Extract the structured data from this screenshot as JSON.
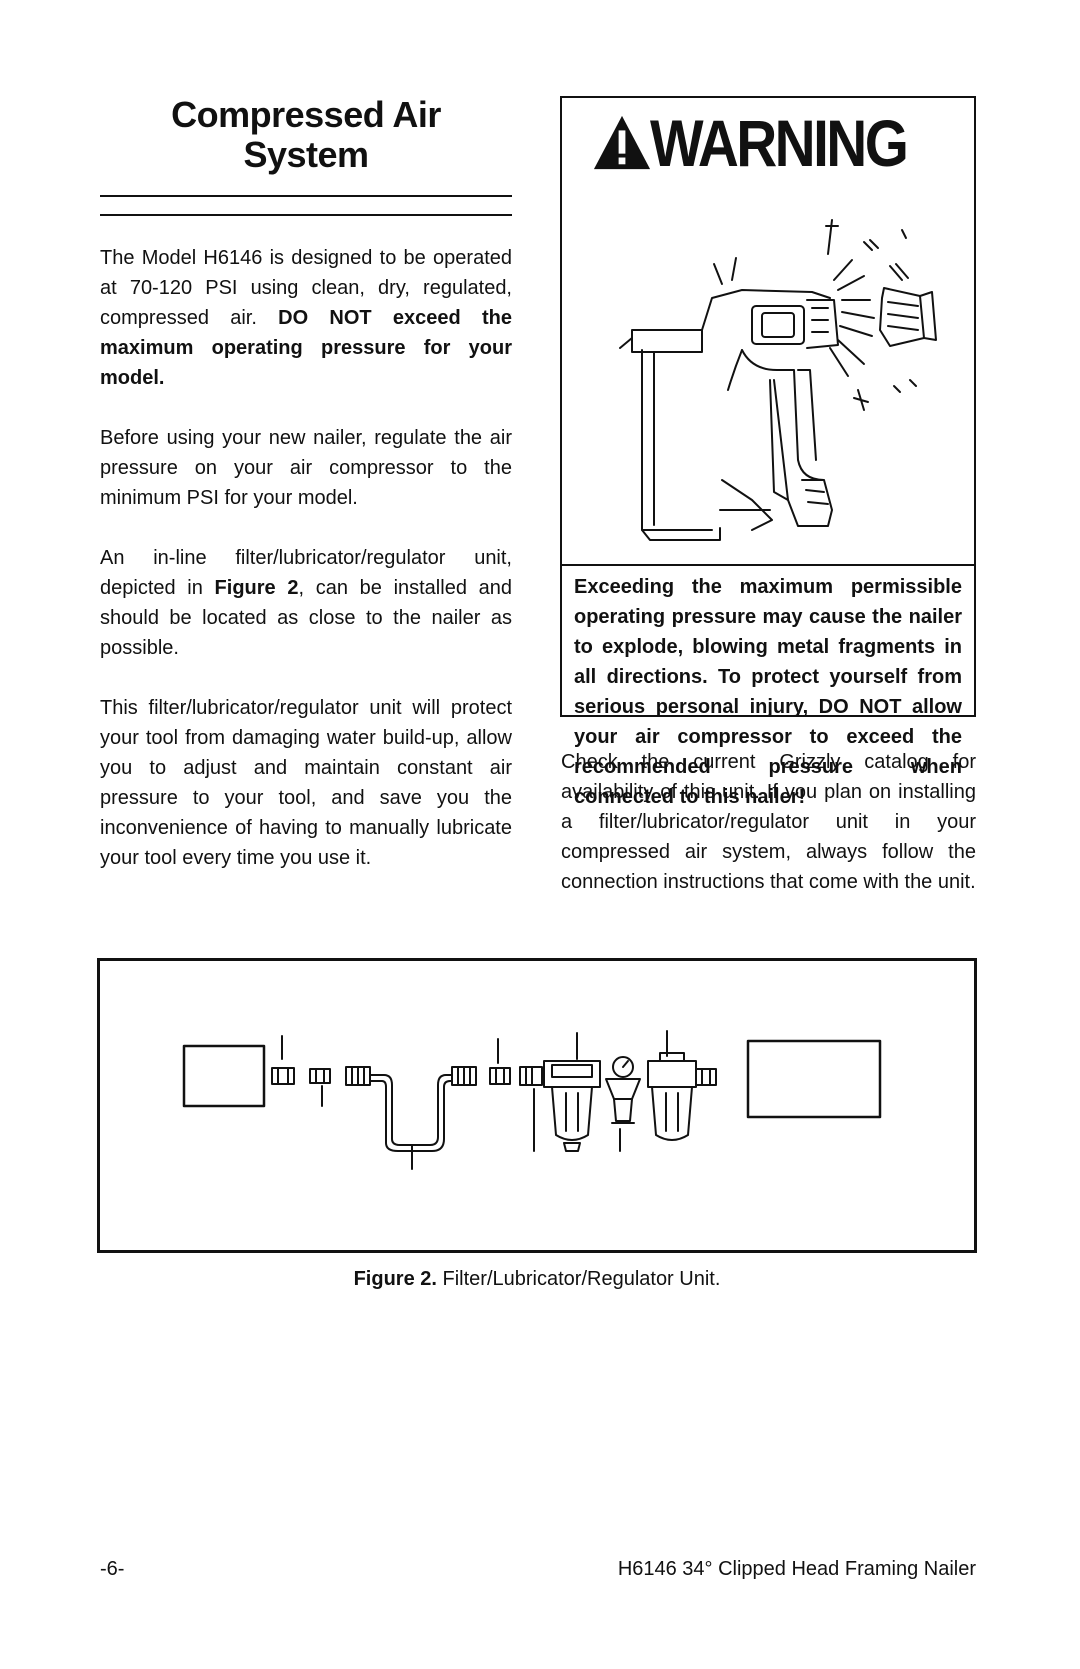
{
  "section": {
    "title_line1": "Compressed Air",
    "title_line2": "System"
  },
  "left_column": {
    "p1_normal": "The Model H6146 is designed to be operated at 70-120 PSI using clean, dry, regulated, compressed air. ",
    "p1_bold": "DO NOT exceed the maximum operating pressure for your model.",
    "p2": "Before using your new nailer, regulate the air pressure on your air compressor to the minimum PSI for your model.",
    "p3_before": "An in-line filter/lubricator/regulator unit, depicted in ",
    "p3_bold": "Figure 2",
    "p3_after": ", can be installed and should be located as close to the nailer as possible.",
    "p4": "This filter/lubricator/regulator unit will protect your tool from damaging water build-up, allow you to adjust and maintain constant air pressure to your tool, and save you the inconvenience of having to manually lubricate your tool every time you use it."
  },
  "warning": {
    "heading": "WARNING",
    "icon": "warning-triangle-icon",
    "image": "exploding-nailer-illustration",
    "text": "Exceeding the maximum permissible operating pressure may cause the nailer to explode, blowing metal fragments in all directions. To protect yourself from serious personal injury, DO NOT allow your air compressor to exceed the recommended pressure when connected to this nailer!"
  },
  "right_column": {
    "p1": "Check the current Grizzly catalog for availability of this unit. If you plan on installing a filter/lubricator/regulator unit in your compressed air system, always follow the connection instructions that come with the unit."
  },
  "figure": {
    "image": "filter-lubricator-regulator-diagram",
    "caption_bold": "Figure 2.",
    "caption_text": " Filter/Lubricator/Regulator Unit."
  },
  "footer": {
    "page_number": "-6-",
    "model": "H6146 34° Clipped Head Framing Nailer"
  }
}
